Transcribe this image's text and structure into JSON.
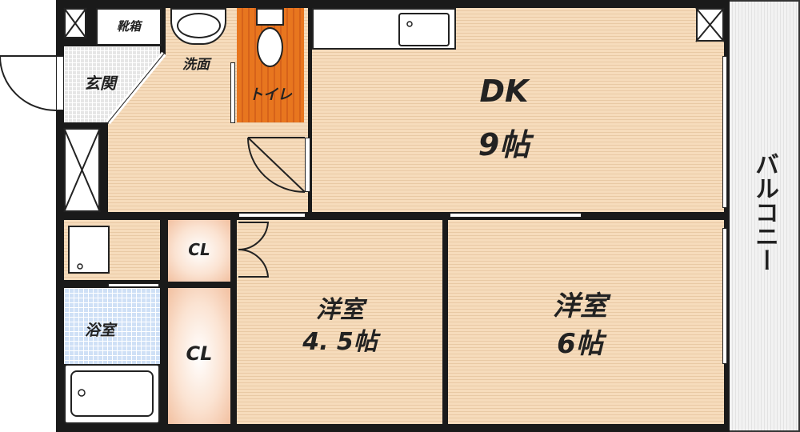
{
  "rooms": {
    "shoe_box": "靴箱",
    "entrance": "玄関",
    "washroom": "洗面",
    "toilet": "トイレ",
    "dk_name": "DK",
    "dk_size": "9帖",
    "closet_1": "CL",
    "closet_2": "CL",
    "bathroom": "浴室",
    "western_room_1_name": "洋室",
    "western_room_1_size": "4. 5帖",
    "western_room_2_name": "洋室",
    "western_room_2_size": "6帖",
    "balcony": "バルコニー"
  },
  "colors": {
    "wall": "#1a1a1a",
    "floor_wood": "#f6dcbc",
    "toilet_floor": "#e8761f",
    "bath_tile": "#cfe0f6",
    "entrance_tile": "#e6e6e6"
  }
}
